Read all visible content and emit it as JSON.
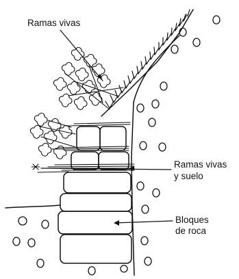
{
  "labels": {
    "ramas_vivas_top": "Ramas vivas",
    "ramas_vivas_suelo_line1": "Ramas vivas",
    "ramas_vivas_suelo_line2": "y suelo",
    "bloques_line1": "Bloques",
    "bloques_line2": "de roca"
  },
  "colors": {
    "ink": "#111111",
    "background": "#ffffff"
  }
}
